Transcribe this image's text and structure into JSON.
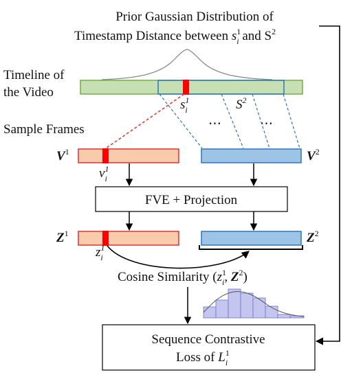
{
  "title": {
    "line1": "Prior Gaussian Distribution of",
    "line2_prefix": "Timestamp Distance between ",
    "s_i_1": "s",
    "i": "i",
    "one": "1",
    "and": " and ",
    "S2_base": "S",
    "two": "2"
  },
  "timeline": {
    "line1": "Timeline of",
    "line2": "the Video",
    "s_label": "s",
    "s_sub": "i",
    "s_sup": "1",
    "S2_label": "S",
    "S2_sup": "2",
    "dots1": "⋯",
    "dots2": "⋯"
  },
  "sample_frames": "Sample Frames",
  "V1": {
    "base": "V",
    "sup": "1"
  },
  "V2": {
    "base": "V",
    "sup": "2"
  },
  "v_i": {
    "base": "v",
    "sub": "i",
    "sup": "1"
  },
  "projection_box": "FVE + Projection",
  "Z1": {
    "base": "Z",
    "sup": "1"
  },
  "Z2": {
    "base": "Z",
    "sup": "2"
  },
  "z_i": {
    "base": "z",
    "sub": "i",
    "sup": "1"
  },
  "cosine": {
    "prefix": "Cosine Similarity (",
    "z": "z",
    "z_sub": "i",
    "z_sup": "1",
    "comma": ", ",
    "Z": "Z",
    "Z_sup": "2",
    "suffix": ")"
  },
  "loss": {
    "line1": "Sequence Contrastive",
    "line2_prefix": "Loss of ",
    "L": "L",
    "L_sub": "i",
    "L_sup": "1"
  },
  "colors": {
    "green_fill": "#c6e0b4",
    "green_stroke": "#70ad47",
    "blue_fill": "#9dc3e6",
    "blue_stroke": "#2e75b6",
    "salmon_fill": "#f8cbad",
    "red_stroke": "#e0302e",
    "red_marker": "#ff0000",
    "hist_fill": "#c5c6f0",
    "hist_stroke": "#6d70c8"
  }
}
